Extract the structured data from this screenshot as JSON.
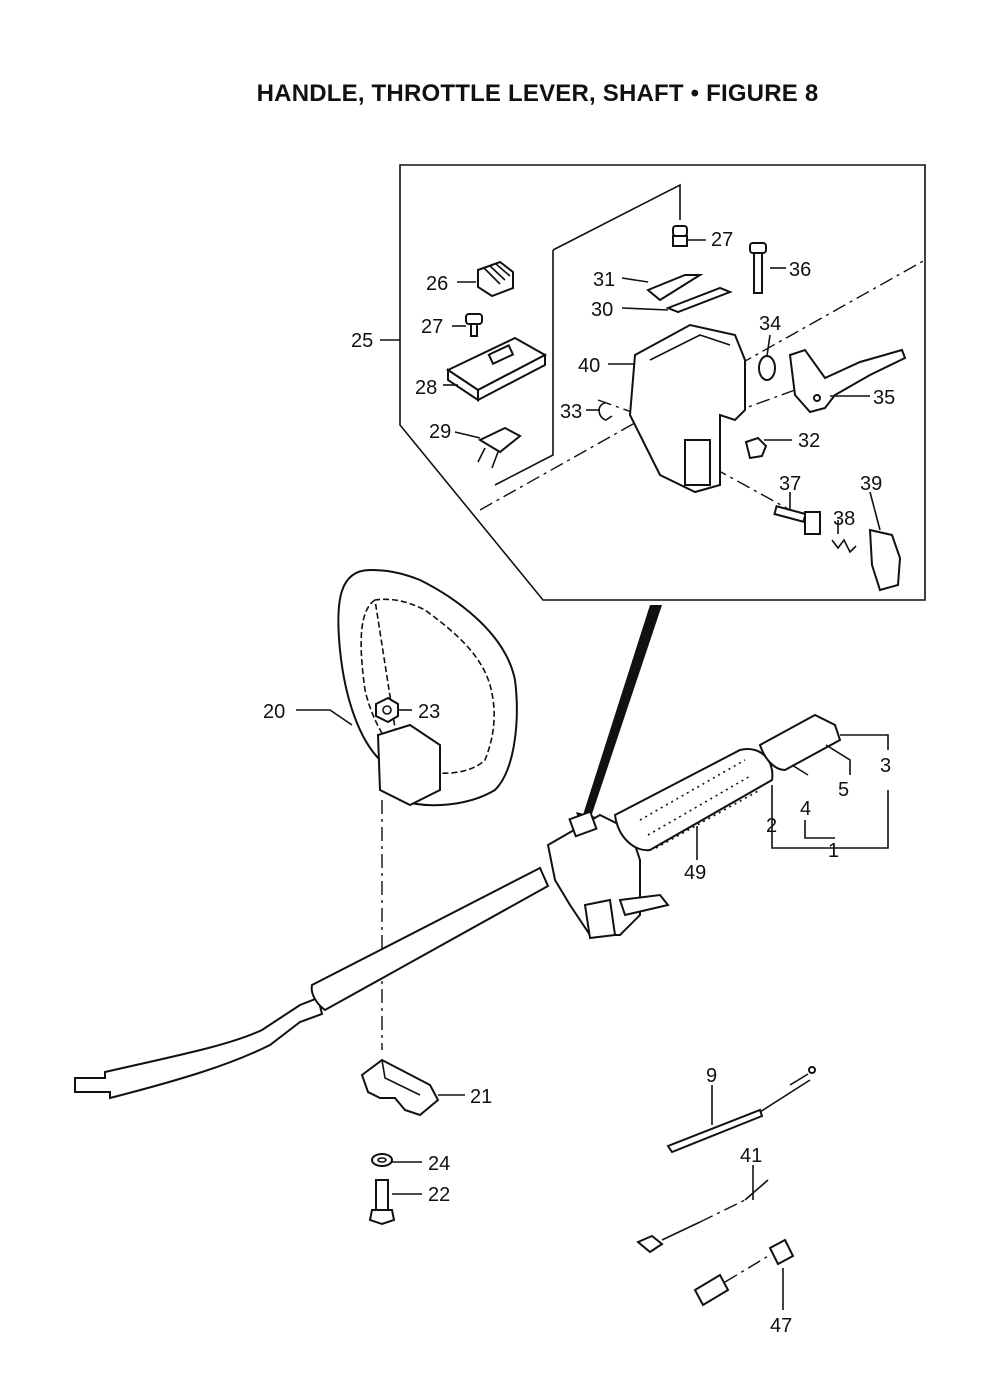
{
  "title": "HANDLE, THROTTLE LEVER, SHAFT  •  FIGURE 8",
  "labels": {
    "p1": "1",
    "p2": "2",
    "p3": "3",
    "p4": "4",
    "p5": "5",
    "p9": "9",
    "p20": "20",
    "p21": "21",
    "p22": "22",
    "p23": "23",
    "p24": "24",
    "p25": "25",
    "p26": "26",
    "p27a": "27",
    "p27b": "27",
    "p28": "28",
    "p29": "29",
    "p30": "30",
    "p31": "31",
    "p32": "32",
    "p33": "33",
    "p34": "34",
    "p35": "35",
    "p36": "36",
    "p37": "37",
    "p38": "38",
    "p39": "39",
    "p40": "40",
    "p41": "41",
    "p47": "47",
    "p49": "49"
  }
}
